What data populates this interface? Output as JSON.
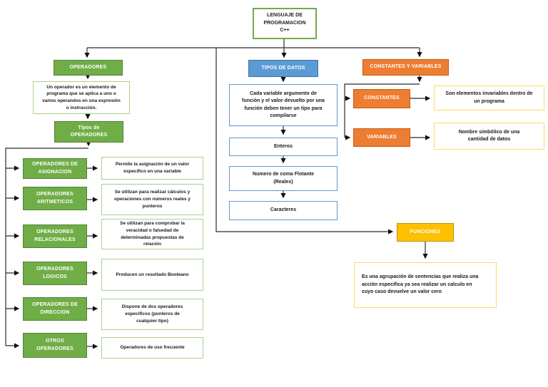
{
  "root": {
    "label": "LENGUAJE DE PROGRAMACION C++"
  },
  "operadores": {
    "header": "OPERADORES",
    "description": "Un operador es un elemento de programa que se aplica a uno o varios operandos en una expresión o instrucción.",
    "subheader": "Tipos de OPERADORES",
    "types": [
      {
        "label": "OPERADORES DE ASIGNACION",
        "description": "Permite la asignación de un valor específico en una variable"
      },
      {
        "label": "OPERADORES ARITMETICOS",
        "description": "Se utilizan para realizar cálculos y operaciones con números reales y punteros"
      },
      {
        "label": "OPERADORES RELACIONALES",
        "description": "Se utilizan para comprobar la veracidad o falsedad de determinadas propuestas de relación"
      },
      {
        "label": "OPERADORES LOGICOS",
        "description": "Producen un resultado Booleano"
      },
      {
        "label": "OPERADORES DE DIRECCION",
        "description": "Dispone de dos operadores específicos (punteros de cualquier tipo)"
      },
      {
        "label": "OTROS OPERADORES",
        "description": "Operadores de uso frecuente"
      }
    ]
  },
  "tipos_de_datos": {
    "header": "TIPOS DE DATOS",
    "description": "Cada variable argumento de función y el valor devuelto por una función deben tener un tipo para compilarse",
    "items": [
      "Enteros",
      "Numero de coma Flotante (Reales)",
      "Caracteres"
    ]
  },
  "constantes_variables": {
    "header": "CONSTANTES Y VARIABLES",
    "items": [
      {
        "label": "CONSTANTES",
        "description": "Son elementos invariables dentro de un programa"
      },
      {
        "label": "VARIABLES",
        "description": "Nombre simbólico de una cantidad de datos"
      }
    ]
  },
  "funciones": {
    "header": "FUNCIONES",
    "description": "Es una agrupación de sentencias que realiza una acción específica ya sea realizar un calculo en cuyo caso devuelve un valor cero"
  },
  "colors": {
    "green": "#70AD47",
    "blue": "#5B9BD5",
    "orange": "#ED7D31",
    "yellow": "#FFC000"
  }
}
